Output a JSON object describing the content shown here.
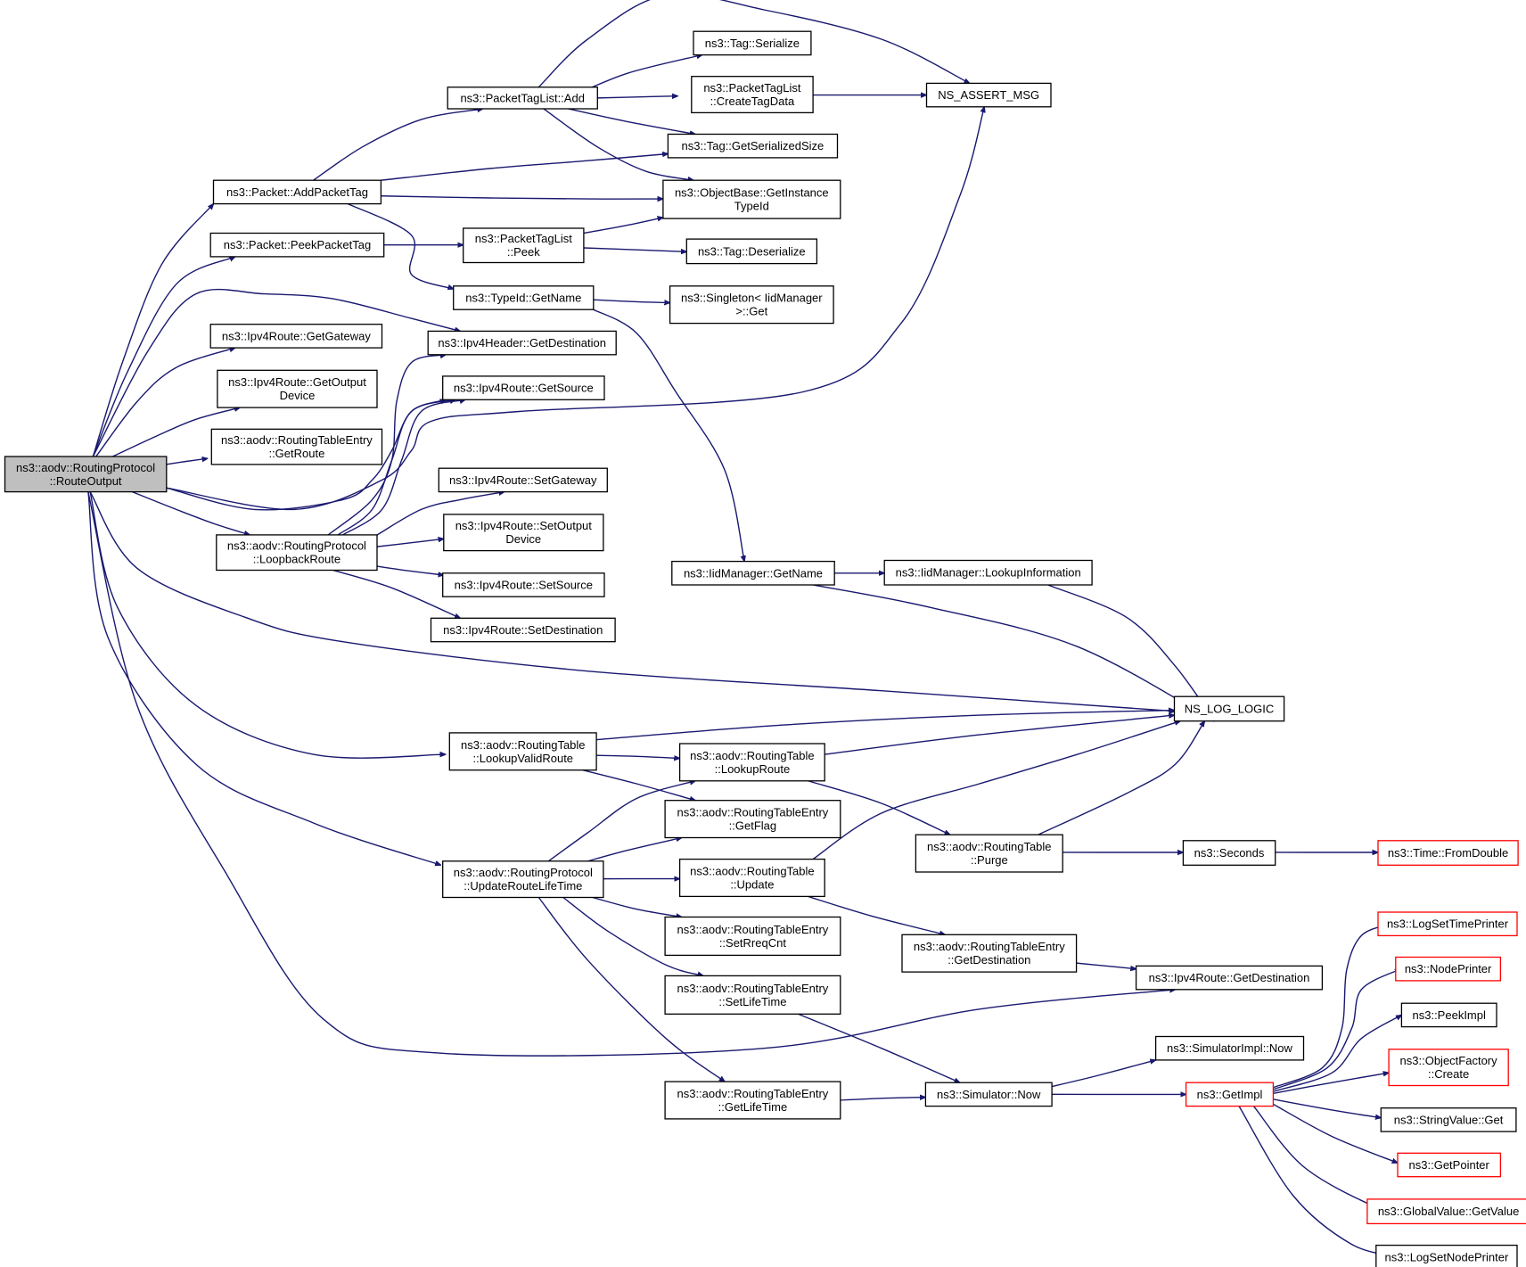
{
  "diagram": {
    "type": "call-graph",
    "edge_color": "#191970",
    "node_border_color": "#000000",
    "truncated_node_border_color": "#ff0000",
    "root_fill_color": "#bfbfbf",
    "nodes": [
      {
        "id": "root",
        "lines": [
          "ns3::aodv::RoutingProtocol",
          "::RouteOutput"
        ]
      },
      {
        "id": "addPacketTag",
        "lines": [
          "ns3::Packet::AddPacketTag"
        ]
      },
      {
        "id": "peekPacketTag",
        "lines": [
          "ns3::Packet::PeekPacketTag"
        ]
      },
      {
        "id": "getGateway",
        "lines": [
          "ns3::Ipv4Route::GetGateway"
        ]
      },
      {
        "id": "getOutputDevice",
        "lines": [
          "ns3::Ipv4Route::GetOutput",
          "Device"
        ]
      },
      {
        "id": "getRoute",
        "lines": [
          "ns3::aodv::RoutingTableEntry",
          "::GetRoute"
        ]
      },
      {
        "id": "loopbackRoute",
        "lines": [
          "ns3::aodv::RoutingProtocol",
          "::LoopbackRoute"
        ]
      },
      {
        "id": "ptlAdd",
        "lines": [
          "ns3::PacketTagList::Add"
        ]
      },
      {
        "id": "ptlPeek",
        "lines": [
          "ns3::PacketTagList",
          "::Peek"
        ]
      },
      {
        "id": "typeIdGetName",
        "lines": [
          "ns3::TypeId::GetName"
        ]
      },
      {
        "id": "ipv4HeaderGetDestination",
        "lines": [
          "ns3::Ipv4Header::GetDestination"
        ]
      },
      {
        "id": "getSource",
        "lines": [
          "ns3::Ipv4Route::GetSource"
        ]
      },
      {
        "id": "setGateway",
        "lines": [
          "ns3::Ipv4Route::SetGateway"
        ]
      },
      {
        "id": "setOutputDevice",
        "lines": [
          "ns3::Ipv4Route::SetOutput",
          "Device"
        ]
      },
      {
        "id": "setSource",
        "lines": [
          "ns3::Ipv4Route::SetSource"
        ]
      },
      {
        "id": "setDestination",
        "lines": [
          "ns3::Ipv4Route::SetDestination"
        ]
      },
      {
        "id": "lookupValidRoute",
        "lines": [
          "ns3::aodv::RoutingTable",
          "::LookupValidRoute"
        ]
      },
      {
        "id": "updateRouteLifeTime",
        "lines": [
          "ns3::aodv::RoutingProtocol",
          "::UpdateRouteLifeTime"
        ]
      },
      {
        "id": "tagSerialize",
        "lines": [
          "ns3::Tag::Serialize"
        ]
      },
      {
        "id": "createTagData",
        "lines": [
          "ns3::PacketTagList",
          "::CreateTagData"
        ]
      },
      {
        "id": "getSerializedSize",
        "lines": [
          "ns3::Tag::GetSerializedSize"
        ]
      },
      {
        "id": "getInstanceTypeId",
        "lines": [
          "ns3::ObjectBase::GetInstance",
          "TypeId"
        ]
      },
      {
        "id": "tagDeserialize",
        "lines": [
          "ns3::Tag::Deserialize"
        ]
      },
      {
        "id": "singletonGet",
        "lines": [
          "ns3::Singleton< IidManager",
          ">::Get"
        ]
      },
      {
        "id": "iidGetName",
        "lines": [
          "ns3::IidManager::GetName"
        ]
      },
      {
        "id": "rtLookupRoute",
        "lines": [
          "ns3::aodv::RoutingTable",
          "::LookupRoute"
        ]
      },
      {
        "id": "getFlag",
        "lines": [
          "ns3::aodv::RoutingTableEntry",
          "::GetFlag"
        ]
      },
      {
        "id": "rtUpdate",
        "lines": [
          "ns3::aodv::RoutingTable",
          "::Update"
        ]
      },
      {
        "id": "setRreqCnt",
        "lines": [
          "ns3::aodv::RoutingTableEntry",
          "::SetRreqCnt"
        ]
      },
      {
        "id": "setLifeTime",
        "lines": [
          "ns3::aodv::RoutingTableEntry",
          "::SetLifeTime"
        ]
      },
      {
        "id": "getLifeTime",
        "lines": [
          "ns3::aodv::RoutingTableEntry",
          "::GetLifeTime"
        ]
      },
      {
        "id": "assertMsg",
        "lines": [
          "NS_ASSERT_MSG"
        ]
      },
      {
        "id": "lookupInformation",
        "lines": [
          "ns3::IidManager::LookupInformation"
        ]
      },
      {
        "id": "rtPurge",
        "lines": [
          "ns3::aodv::RoutingTable",
          "::Purge"
        ]
      },
      {
        "id": "rteGetDestination",
        "lines": [
          "ns3::aodv::RoutingTableEntry",
          "::GetDestination"
        ]
      },
      {
        "id": "simulatorNow",
        "lines": [
          "ns3::Simulator::Now"
        ]
      },
      {
        "id": "logLogic",
        "lines": [
          "NS_LOG_LOGIC"
        ]
      },
      {
        "id": "ipv4RouteGetDestination",
        "lines": [
          "ns3::Ipv4Route::GetDestination"
        ]
      },
      {
        "id": "seconds",
        "lines": [
          "ns3::Seconds"
        ]
      },
      {
        "id": "simImplNow",
        "lines": [
          "ns3::SimulatorImpl::Now"
        ]
      },
      {
        "id": "getImpl",
        "lines": [
          "ns3::GetImpl"
        ]
      },
      {
        "id": "fromDouble",
        "lines": [
          "ns3::Time::FromDouble"
        ]
      },
      {
        "id": "logSetTimePrinter",
        "lines": [
          "ns3::LogSetTimePrinter"
        ]
      },
      {
        "id": "nodePrinter",
        "lines": [
          "ns3::NodePrinter"
        ]
      },
      {
        "id": "peekImpl",
        "lines": [
          "ns3::PeekImpl"
        ]
      },
      {
        "id": "objectFactoryCreate",
        "lines": [
          "ns3::ObjectFactory",
          "::Create"
        ]
      },
      {
        "id": "stringValueGet",
        "lines": [
          "ns3::StringValue::Get"
        ]
      },
      {
        "id": "getPointer",
        "lines": [
          "ns3::GetPointer"
        ]
      },
      {
        "id": "globalValueGetValue",
        "lines": [
          "ns3::GlobalValue::GetValue"
        ]
      },
      {
        "id": "logSetNodePrinter",
        "lines": [
          "ns3::LogSetNodePrinter"
        ]
      }
    ]
  }
}
